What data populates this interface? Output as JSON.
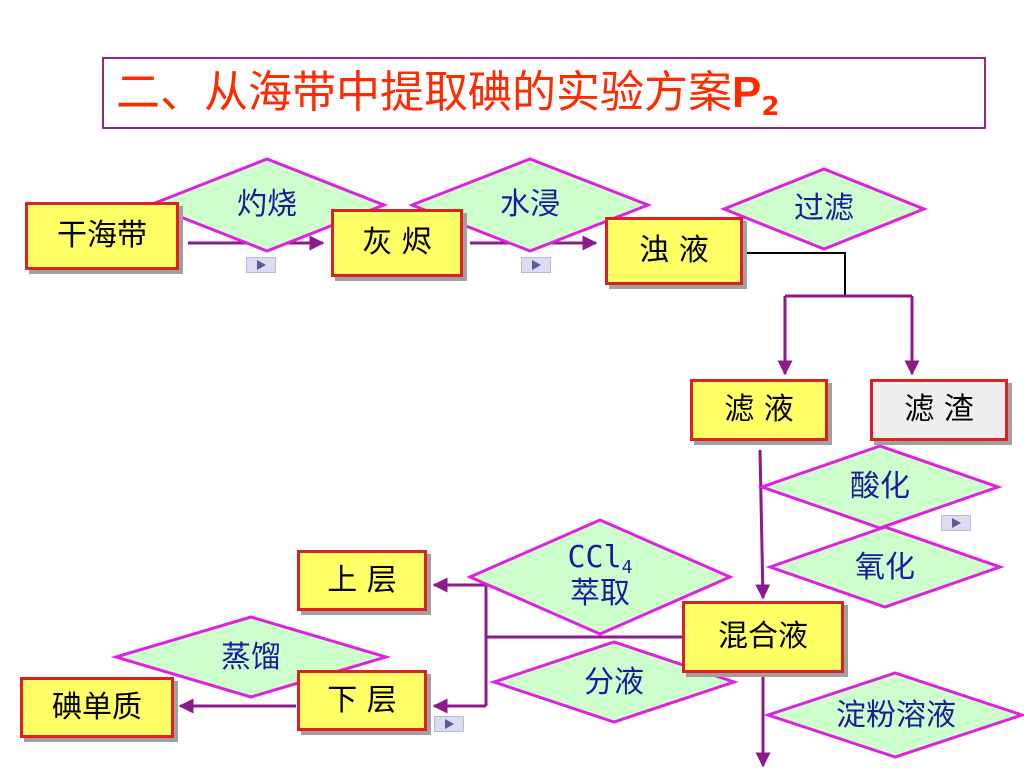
{
  "title": {
    "text": "二、从海带中提取碘的实验方案",
    "bold": "P",
    "sub": "2"
  },
  "nodes": {
    "dry_kelp": "干海带",
    "ash": "灰 烬",
    "turbid": "浊 液",
    "filtrate": "滤 液",
    "residue": "滤 渣",
    "mixture": "混合液",
    "upper": "上 层",
    "lower": "下 层",
    "iodine": "碘单质"
  },
  "conditions": {
    "burn": "灼烧",
    "soak": "水浸",
    "filter": "过滤",
    "acidify": "酸化",
    "oxidize": "氧化",
    "extract_reagent": "CCl",
    "extract_sub": "4",
    "extract": "萃取",
    "separate": "分液",
    "distill": "蒸馏",
    "starch": "淀粉溶液"
  },
  "colors": {
    "title": "#ff2a00",
    "title_border": "#8b2a8b",
    "node_fill": "#ffff66",
    "node_border": "#e02020",
    "residue_fill": "#eeeeee",
    "diamond_fill": "#ccffcc",
    "diamond_border": "#e020e0",
    "arrow": "#8b1a8b",
    "label_text": "#1a1aa0"
  }
}
